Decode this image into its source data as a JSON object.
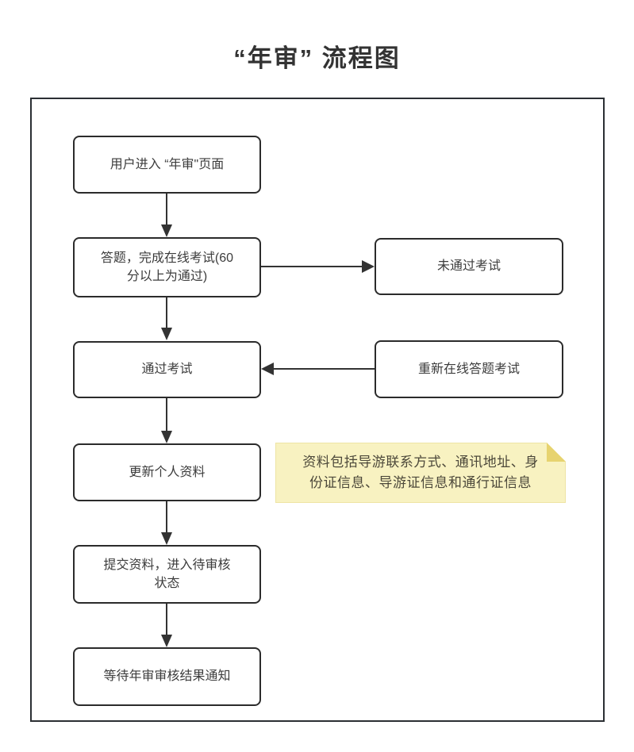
{
  "page": {
    "title": "“年审” 流程图"
  },
  "flow": {
    "main_boxes": [
      {
        "label": "用户进入 “年审\"页面"
      },
      {
        "label": "答题，完成在线考试(60\n分以上为通过)"
      },
      {
        "label": "通过考试"
      },
      {
        "label": "更新个人资料"
      },
      {
        "label": "提交资料，进入待审核\n状态"
      },
      {
        "label": "等待年审审核结果通知"
      }
    ],
    "side_boxes": [
      {
        "label": "未通过考试"
      },
      {
        "label": "重新在线答题考试"
      }
    ],
    "note": {
      "text": "资料包括导游联系方式、通讯地址、身\n份证信息、导游证信息和通行证信息"
    }
  },
  "colors": {
    "box_border": "#2b2b2b",
    "box_text": "#3c3c3c",
    "frame_border": "#2b2f33",
    "arrow": "#333333",
    "note_bg": "#f8f2c1",
    "note_fold": "#e7d36f",
    "note_text": "#4c483a",
    "title_text": "#333333"
  }
}
